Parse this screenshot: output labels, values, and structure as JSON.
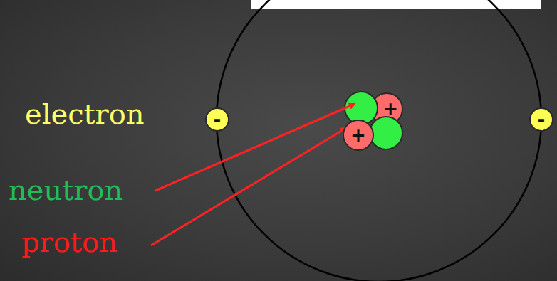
{
  "diagram": {
    "nodes": [
      {
        "text": [
          "-"
        ]
      },
      {
        "text": [
          "+"
        ]
      },
      {
        "text": [
          "+"
        ]
      },
      {
        "text": [
          "-"
        ]
      }
    ],
    "labels": [
      "electron",
      "neutron",
      "proton"
    ]
  }
}
